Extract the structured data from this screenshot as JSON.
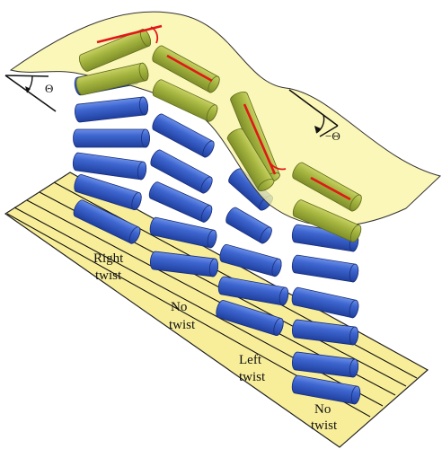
{
  "labels": {
    "right_twist": [
      "Right",
      "twist"
    ],
    "no_twist_1": [
      "No",
      "twist"
    ],
    "left_twist": [
      "Left",
      "twist"
    ],
    "no_twist_2": [
      "No",
      "twist"
    ]
  },
  "angles": {
    "left": "Θ",
    "right": "−Θ"
  },
  "colors": {
    "rod_blue": "#3b5fc8",
    "rod_green": "#a9b845",
    "red_line": "#e01818",
    "sheet_yellow": "#faf5a4",
    "base_yellow": "#f8ee9a"
  }
}
